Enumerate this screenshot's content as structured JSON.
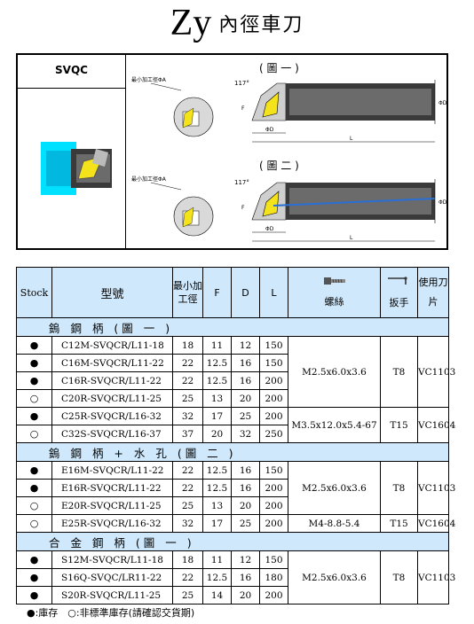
{
  "title": {
    "main": "Zy",
    "sub": "內徑車刀"
  },
  "figure": {
    "code": "SVQC",
    "fig1_label": "( 圖 一 )",
    "fig2_label": "( 圖 二 )",
    "min_bore_label": "最小加工徑ΦA",
    "angle": "117°",
    "dims": {
      "f": "F",
      "d": "ΦD",
      "l": "L"
    }
  },
  "table": {
    "headers": {
      "stock": "Stock",
      "model": "型號",
      "min_bore": "最小加工徑",
      "f": "F",
      "d": "D",
      "l": "L",
      "screw": "螺絲",
      "wrench": "扳手",
      "insert": "使用刀片"
    },
    "sections": [
      {
        "label": "鎢 鋼 柄 (圖 一 )",
        "rows": [
          {
            "stock": "●",
            "model": "C12M-SVQCR/L11-18",
            "a": "18",
            "f": "11",
            "d": "12",
            "l": "150"
          },
          {
            "stock": "●",
            "model": "C16M-SVQCR/L11-22",
            "a": "22",
            "f": "12.5",
            "d": "16",
            "l": "150"
          },
          {
            "stock": "●",
            "model": "C16R-SVQCR/L11-22",
            "a": "22",
            "f": "12.5",
            "d": "16",
            "l": "200"
          },
          {
            "stock": "○",
            "model": "C20R-SVQCR/L11-25",
            "a": "25",
            "f": "13",
            "d": "20",
            "l": "200"
          },
          {
            "stock": "●",
            "model": "C25R-SVQCR/L16-32",
            "a": "32",
            "f": "17",
            "d": "25",
            "l": "200"
          },
          {
            "stock": "○",
            "model": "C32S-SVQCR/L16-37",
            "a": "37",
            "f": "20",
            "d": "32",
            "l": "250"
          }
        ],
        "groups": [
          {
            "screw": "M2.5x6.0x3.6",
            "wrench": "T8",
            "insert": "VC1103"
          },
          {
            "screw": "M3.5x12.0x5.4-67",
            "wrench": "T15",
            "insert": "VC1604"
          }
        ]
      },
      {
        "label": "鎢 鋼 柄 + 水 孔 (圖 二 )",
        "rows": [
          {
            "stock": "●",
            "model": "E16M-SVQCR/L11-22",
            "a": "22",
            "f": "12.5",
            "d": "16",
            "l": "150"
          },
          {
            "stock": "●",
            "model": "E16R-SVQCR/L11-22",
            "a": "22",
            "f": "12.5",
            "d": "16",
            "l": "200"
          },
          {
            "stock": "○",
            "model": "E20R-SVQCR/L11-25",
            "a": "25",
            "f": "13",
            "d": "20",
            "l": "200"
          },
          {
            "stock": "○",
            "model": "E25R-SVQCR/L16-32",
            "a": "32",
            "f": "17",
            "d": "25",
            "l": "200"
          }
        ],
        "groups": [
          {
            "screw": "M2.5x6.0x3.6",
            "wrench": "T8",
            "insert": "VC1103"
          },
          {
            "screw": "M4-8.8-5.4",
            "wrench": "T15",
            "insert": "VC1604"
          }
        ]
      },
      {
        "label": "合 金 鋼 柄 (圖 一 )",
        "rows": [
          {
            "stock": "●",
            "model": "S12M-SVQCR/L11-18",
            "a": "18",
            "f": "11",
            "d": "12",
            "l": "150"
          },
          {
            "stock": "●",
            "model": "S16Q-SVQC/LR11-22",
            "a": "22",
            "f": "12.5",
            "d": "16",
            "l": "180"
          },
          {
            "stock": "●",
            "model": "S20R-SVQCR/L11-25",
            "a": "25",
            "f": "14",
            "d": "20",
            "l": "200"
          }
        ],
        "groups": [
          {
            "screw": "M2.5x6.0x3.6",
            "wrench": "T8",
            "insert": "VC1103"
          }
        ]
      }
    ]
  },
  "legend": "●:庫存　○:非標準庫存(請確認交貨期)",
  "colors": {
    "header_bg": "#cfe8fb",
    "shank_dark": "#1f1f1f",
    "insert_yellow": "#f4e31a",
    "tool_cyan": "#00e0ff",
    "coolant_blue": "#2a6fd6"
  }
}
